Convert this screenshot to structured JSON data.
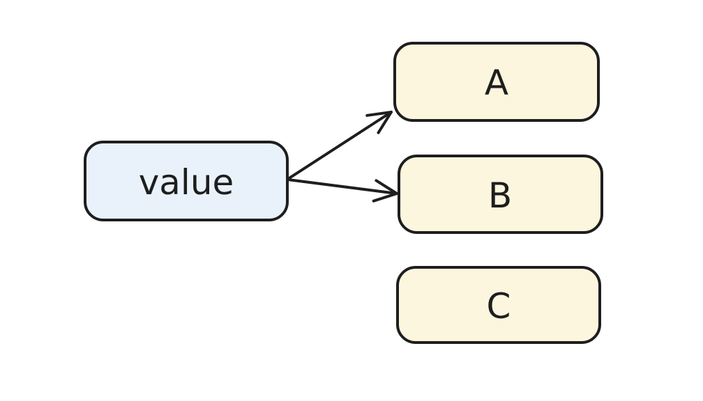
{
  "diagram": {
    "background_color": "#ffffff",
    "stroke_color": "#1e1e1e",
    "text_color": "#1e1e1e",
    "nodes": [
      {
        "id": "value",
        "label": "value",
        "fill": "#e9f2fb",
        "shape": "rounded-rectangle"
      },
      {
        "id": "a",
        "label": "A",
        "fill": "#fcf6df",
        "shape": "rounded-rectangle"
      },
      {
        "id": "b",
        "label": "B",
        "fill": "#fcf6df",
        "shape": "rounded-rectangle"
      },
      {
        "id": "c",
        "label": "C",
        "fill": "#fcf6df",
        "shape": "rounded-rectangle"
      }
    ],
    "edges": [
      {
        "from": "value",
        "to": "A",
        "style": "open-arrowhead"
      },
      {
        "from": "value",
        "to": "B",
        "style": "open-arrowhead"
      }
    ]
  }
}
